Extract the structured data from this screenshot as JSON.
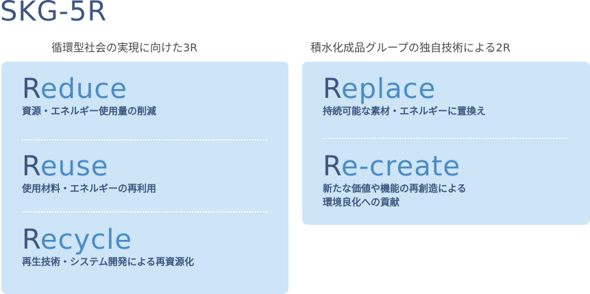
{
  "title": "SKG-5R",
  "left": {
    "heading": "循環型社会の実現に向けた3R",
    "items": [
      {
        "first": "R",
        "rest": "educe",
        "desc": "資源・エネルギー使用量の削減"
      },
      {
        "first": "R",
        "rest": "euse",
        "desc": "使用材料・エネルギーの再利用"
      },
      {
        "first": "R",
        "rest": "ecycle",
        "desc": "再生技術・システム開発による再資源化"
      }
    ]
  },
  "right": {
    "heading": "積水化成品グループの独自技術による2R",
    "items": [
      {
        "first": "R",
        "rest": "eplace",
        "desc": "持続可能な素材・エネルギーに置換え"
      },
      {
        "first": "R",
        "rest": "e-create",
        "desc": "新たな価値や機能の再創造による\n環境良化への貢献"
      }
    ]
  }
}
